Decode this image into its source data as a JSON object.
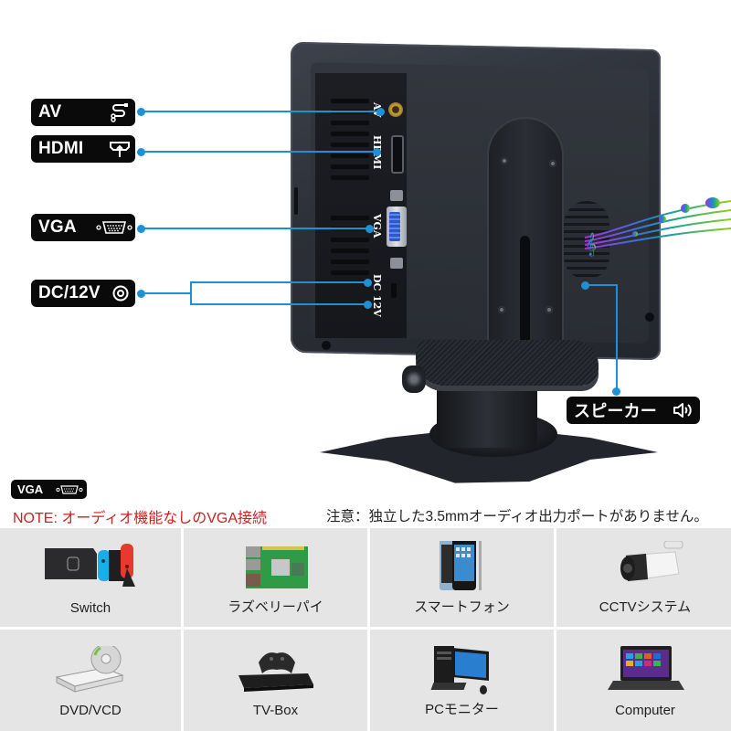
{
  "callouts": {
    "av": {
      "label": "AV",
      "icon": "av-cable-icon"
    },
    "hdmi": {
      "label": "HDMI",
      "icon": "hdmi-port-icon"
    },
    "vga": {
      "label": "VGA",
      "icon": "vga-port-icon"
    },
    "dc": {
      "label": "DC/12V",
      "icon": "dc-power-icon"
    },
    "speaker": {
      "label": "スピーカー",
      "icon": "speaker-icon"
    }
  },
  "device_port_labels": {
    "av": "AV",
    "hdmi": "HDMI",
    "vga": "VGA",
    "dc": "DC",
    "v12": "12V"
  },
  "notes": {
    "badge": {
      "label": "VGA",
      "icon": "vga-port-icon"
    },
    "left": "NOTE: オーディオ機能なしのVGA接続",
    "right": "注意：独立した3.5mmオーディオ出力ポートがありません。"
  },
  "colors": {
    "callout_line": "#1e90d6",
    "note_red": "#c8211f",
    "grid_cell_bg": "#e5e5e5",
    "callout_bg": "#0a0a0a"
  },
  "compatible_devices": [
    {
      "label": "Switch",
      "icon": "nintendo-switch-icon"
    },
    {
      "label": "ラズベリーパイ",
      "icon": "raspberry-pi-icon"
    },
    {
      "label": "スマートフォン",
      "icon": "smartphone-icon"
    },
    {
      "label": "CCTVシステム",
      "icon": "cctv-camera-icon"
    },
    {
      "label": "DVD/VCD",
      "icon": "dvd-drive-icon"
    },
    {
      "label": "TV-Box",
      "icon": "tv-box-icon"
    },
    {
      "label": "PCモニター",
      "icon": "desktop-pc-icon"
    },
    {
      "label": "Computer",
      "icon": "laptop-icon"
    }
  ]
}
